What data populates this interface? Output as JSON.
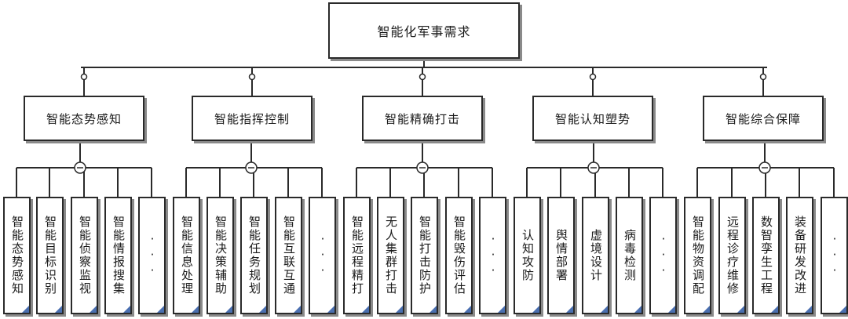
{
  "root": {
    "label": "智能化军事需求"
  },
  "branches": [
    {
      "label": "智能态势感知",
      "leaves": [
        "智能态势感知",
        "智能目标识别",
        "智能侦察监视",
        "智能情报搜集",
        "···"
      ]
    },
    {
      "label": "智能指挥控制",
      "leaves": [
        "智能信息处理",
        "智能决策辅助",
        "智能任务规划",
        "智能互联互通",
        "···"
      ]
    },
    {
      "label": "智能精确打击",
      "leaves": [
        "智能远程精打",
        "无人集群打击",
        "智能打击防护",
        "智能毁伤评估",
        "···"
      ]
    },
    {
      "label": "智能认知塑势",
      "leaves": [
        "认知攻防",
        "舆情部署",
        "虚境设计",
        "病毒检测",
        "···"
      ]
    },
    {
      "label": "智能综合保障",
      "leaves": [
        "智能物资调配",
        "远程诊疗维修",
        "数智孪生工程",
        "装备研发改进",
        "···"
      ]
    }
  ]
}
